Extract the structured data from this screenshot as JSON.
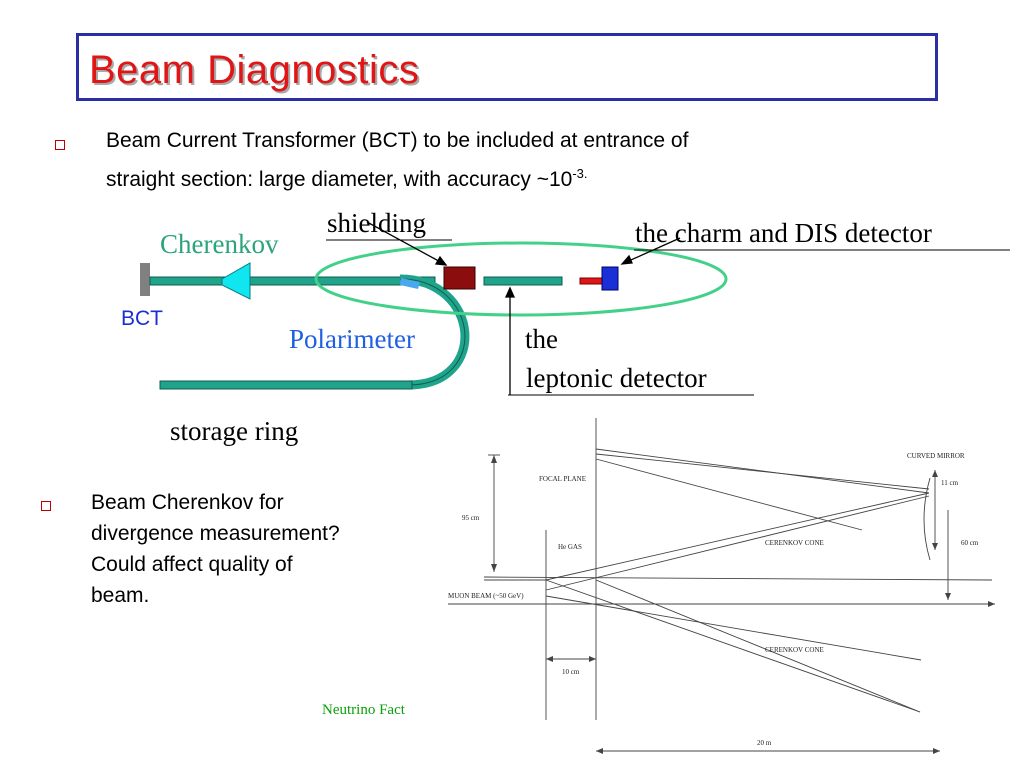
{
  "title": "Beam Diagnostics",
  "bullets": [
    {
      "line1": "Beam Current Transformer (BCT) to be included at entrance of",
      "line2_main": "straight section: large diameter, with accuracy ~10",
      "line2_sup": "-3."
    },
    {
      "lines": [
        "Beam Cherenkov for",
        "divergence measurement?",
        "Could affect quality of",
        "beam."
      ]
    }
  ],
  "top_diagram": {
    "shielding": "shielding",
    "cherenkov": "Cherenkov",
    "charm_dis": "the charm and DIS detector",
    "bct": "BCT",
    "polarimeter": "Polarimeter",
    "the": "the",
    "leptonic": "leptonic detector",
    "storage_ring": "storage ring"
  },
  "bottom_diagram": {
    "focal_plane": "FOCAL PLANE",
    "curved_mirror": "CURVED MIRROR",
    "dim_11cm": "11 cm",
    "dim_95cm": "95 cm",
    "dim_60cm": "60 cm",
    "he_gas": "He GAS",
    "cerenkov_cone_top": "CERENKOV CONE",
    "muon_beam": "MUON BEAM (~50 GeV)",
    "cerenkov_cone_bottom": "CERENKOV CONE",
    "dim_10cm": "10 cm",
    "dim_20m": "20 m"
  },
  "footer": "Neutrino Fact",
  "colors": {
    "title": "#e01515",
    "title_border": "#2a2fa8",
    "beamline": "#1fa38a",
    "ellipse": "#43d18a",
    "cherenkov_label": "#2ba37b",
    "polarimeter_label": "#2060e0",
    "bct_label": "#1a2fd6",
    "shielding_block": "#8b0d0d",
    "detector_blue": "#1a2fd6",
    "detector_red": "#e01515",
    "footer": "#0aa00a"
  }
}
